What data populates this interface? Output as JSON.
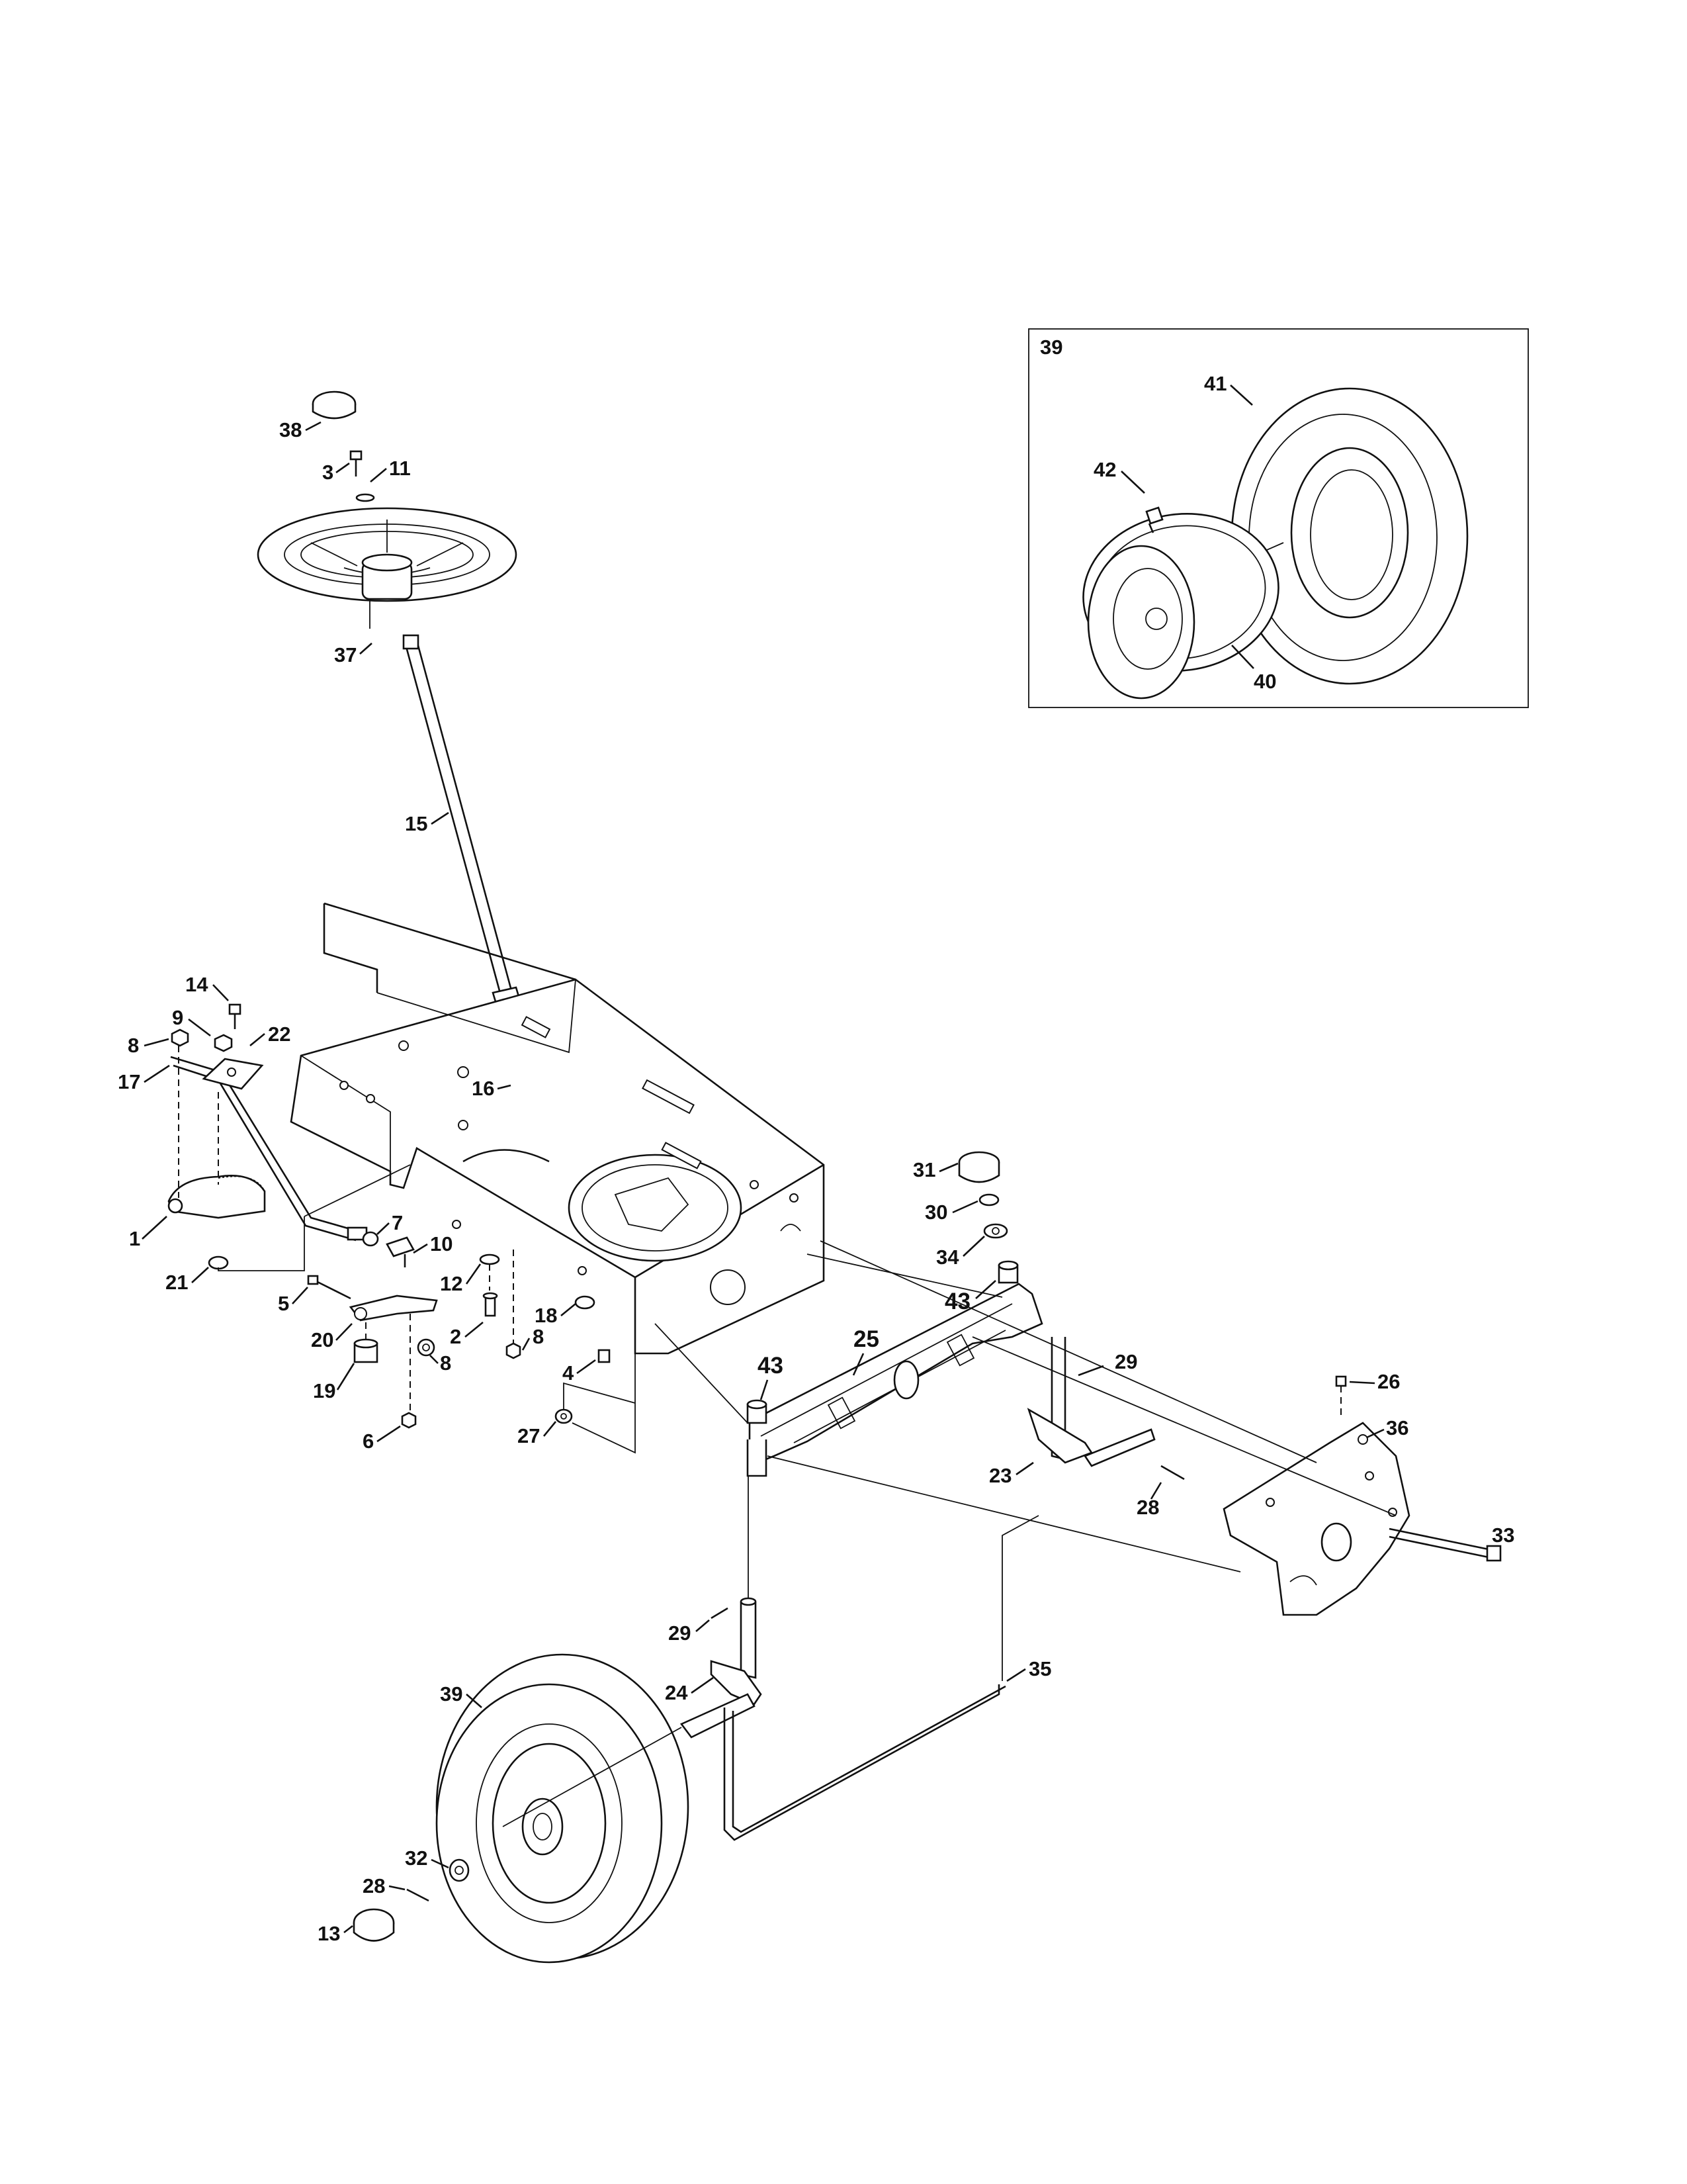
{
  "callouts": {
    "c1": "1",
    "c2": "2",
    "c3": "3",
    "c4": "4",
    "c5": "5",
    "c6": "6",
    "c7": "7",
    "c8a": "8",
    "c8b": "8",
    "c8c": "8",
    "c9": "9",
    "c10": "10",
    "c11": "11",
    "c12": "12",
    "c13": "13",
    "c14": "14",
    "c15": "15",
    "c16": "16",
    "c17": "17",
    "c18": "18",
    "c19": "19",
    "c20": "20",
    "c21": "21",
    "c22": "22",
    "c23": "23",
    "c24": "24",
    "c25": "25",
    "c26": "26",
    "c27": "27",
    "c28a": "28",
    "c28b": "28",
    "c29a": "29",
    "c29b": "29",
    "c30": "30",
    "c31": "31",
    "c32": "32",
    "c33": "33",
    "c34": "34",
    "c35": "35",
    "c36": "36",
    "c37": "37",
    "c38": "38",
    "c39": "39",
    "c43a": "43",
    "c43b": "43"
  },
  "inset": {
    "title": "39",
    "c40": "40",
    "c41": "41",
    "c42": "42"
  }
}
